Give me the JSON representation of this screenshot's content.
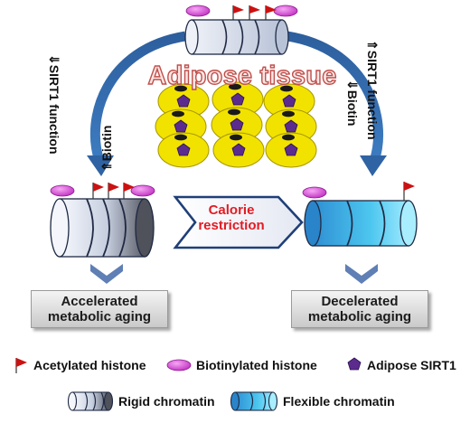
{
  "title": "Adipose tissue",
  "left_arrow": {
    "line1": "⇓SIRT1 function",
    "line2": "⇑Biotin"
  },
  "right_arrow": {
    "line1": "⇑SIRT1 function",
    "line2": "⇓Biotin"
  },
  "calorie_restriction": {
    "line1": "Calorie",
    "line2": "restriction"
  },
  "outcome_left": {
    "line1": "Accelerated",
    "line2": "metabolic aging"
  },
  "outcome_right": {
    "line1": "Decelerated",
    "line2": "metabolic aging"
  },
  "legend": {
    "acetylated": "Acetylated histone",
    "biotinylated": "Biotinylated histone",
    "sirt1": "Adipose SIRT1",
    "rigid": "Rigid chromatin",
    "flexible": "Flexible chromatin"
  },
  "colors": {
    "acetyl_flag": "#cc1111",
    "biotin_oval": "#cc3dcc",
    "sirt1_pentagon": "#5b2c8e",
    "adipocyte": "#f2e200",
    "curve_arrow": "#2f63a3",
    "down_arrow": "#5f7fb5",
    "title_outline": "#c0504d",
    "calorie_text": "#e31b23"
  }
}
